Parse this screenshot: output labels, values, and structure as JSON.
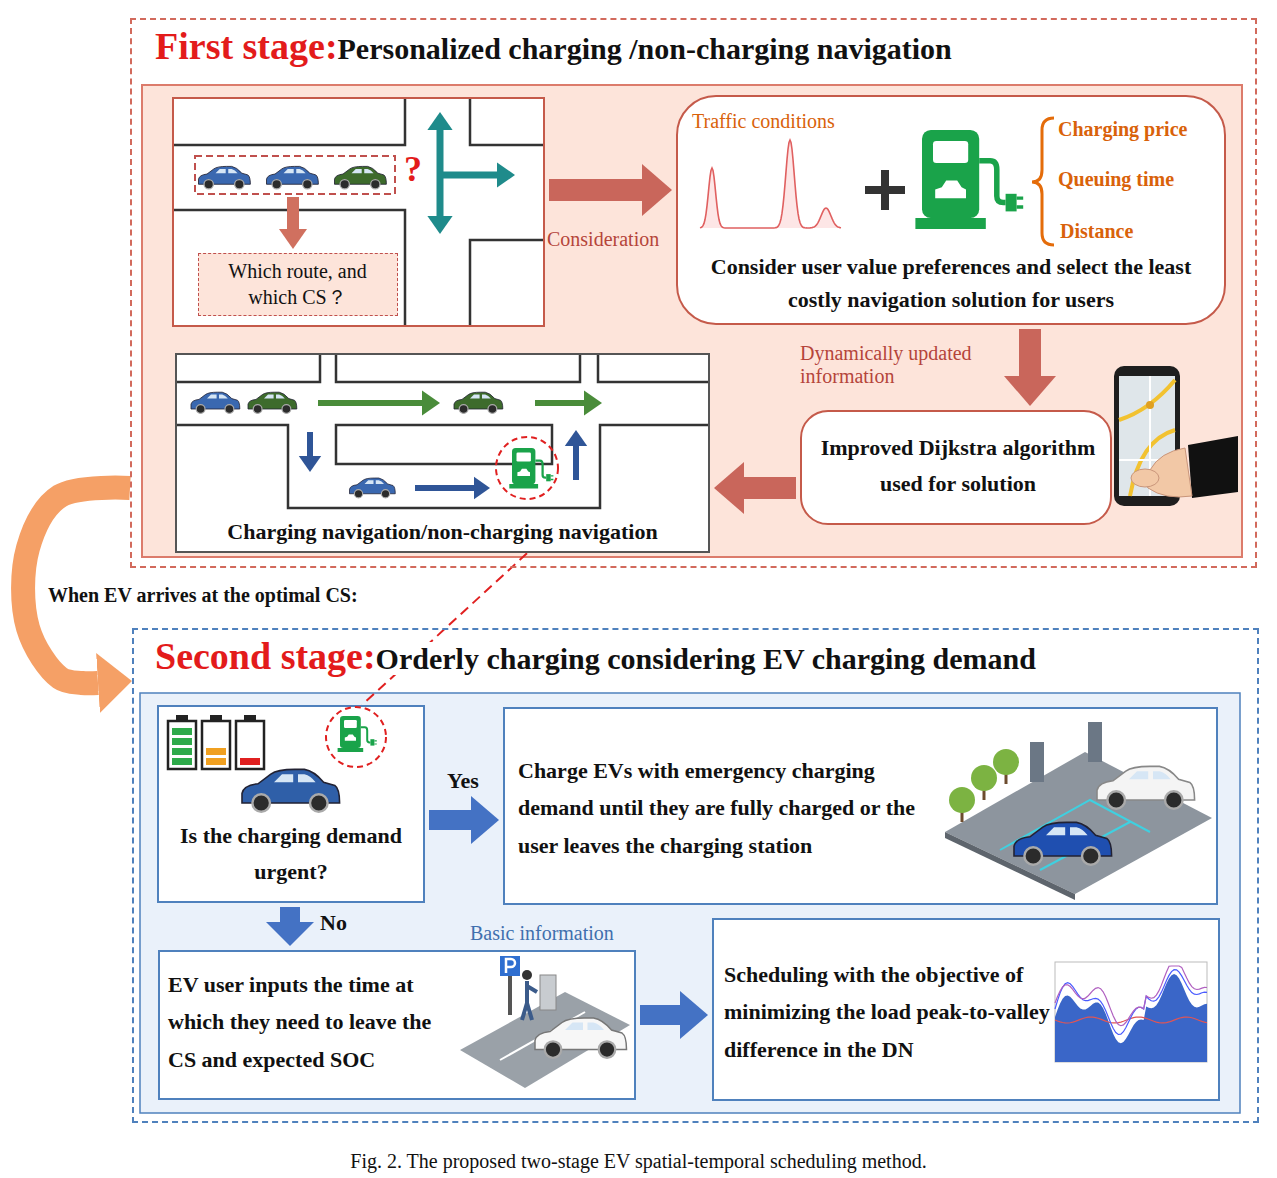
{
  "diagram": {
    "caption": "Fig. 2. The proposed two-stage EV spatial-temporal scheduling method.",
    "nodes": [
      {
        "text": [
          "First stage:",
          "Personalized charging /non-charging navigation"
        ]
      },
      {
        "text": [
          "?"
        ],
        "in": 0
      },
      {
        "text": [
          "Which route, and which CS？"
        ],
        "in": 1
      },
      {
        "text": [
          "Traffic conditions",
          "Charging price",
          "Queuing time",
          "Distance",
          "Consider user value preferences and select the least costly navigation solution for users"
        ],
        "in": 0
      },
      {
        "text": [
          "Improved Dijkstra algorithm used for solution"
        ],
        "in": 0
      },
      {
        "text": [
          "Charging navigation/non-charging navigation"
        ],
        "in": 0
      },
      {
        "text": [
          "Second stage:",
          "Orderly charging considering EV charging demand"
        ]
      },
      {
        "text": [
          "Is the charging demand urgent?"
        ],
        "in": 6
      },
      {
        "text": [
          "Charge EVs with emergency charging demand until they are fully charged or the user leaves the charging station"
        ],
        "in": 6
      },
      {
        "text": [
          "EV user inputs the time at which they need to leave the CS and expected SOC"
        ],
        "in": 6
      },
      {
        "text": [
          "Scheduling with the objective of minimizing the load peak-to-valley difference in the DN"
        ],
        "in": 6
      }
    ],
    "edges": [
      {
        "from": 1,
        "to": 3,
        "arrow": "to",
        "label": "Consideration"
      },
      {
        "from": 3,
        "to": 4,
        "arrow": "to",
        "label": "Dynamically updated information"
      },
      {
        "from": 4,
        "to": 5,
        "arrow": "to"
      },
      {
        "from": 0,
        "to": 6,
        "arrow": "to",
        "label": "When EV arrives at the optimal CS:"
      },
      {
        "from": 5,
        "to": 7,
        "arrow": "none"
      },
      {
        "from": 7,
        "to": 8,
        "arrow": "to",
        "label": "Yes"
      },
      {
        "from": 7,
        "to": 9,
        "arrow": "to",
        "label": "No"
      },
      {
        "from": 9,
        "to": 10,
        "arrow": "to"
      }
    ],
    "labels": [
      "Basic information"
    ]
  }
}
